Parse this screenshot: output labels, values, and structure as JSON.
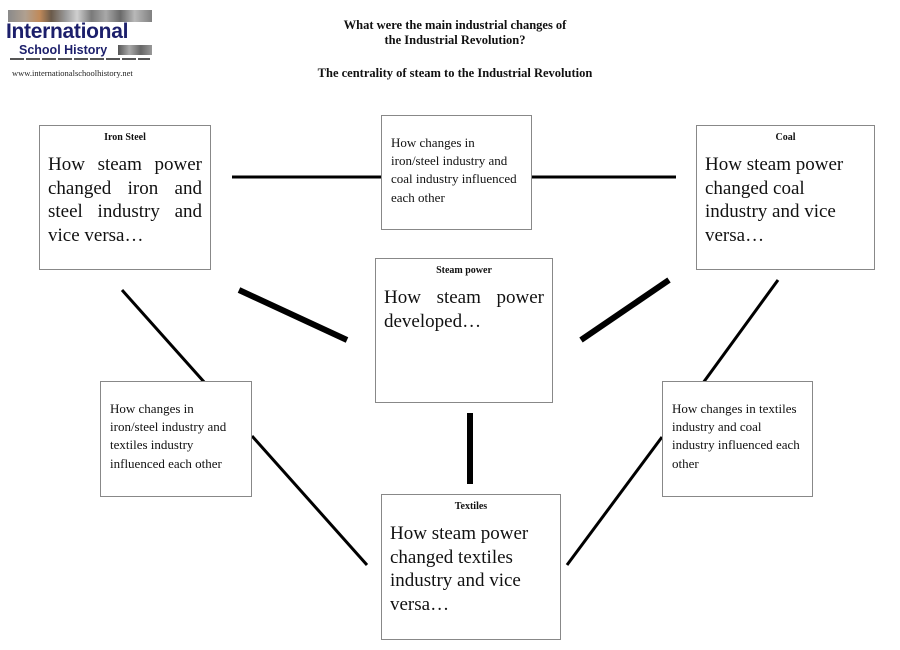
{
  "logo": {
    "title": "International",
    "subtitle": "School History",
    "url": "www.internationalschoolhistory.net",
    "brand_color": "#1c1f6b"
  },
  "header": {
    "title_line1": "What were the main industrial changes of",
    "title_line2": "the Industrial Revolution?",
    "subtitle": "The centrality of steam to the Industrial Revolution"
  },
  "boxes": {
    "iron_steel": {
      "label": "Iron Steel",
      "text": "How steam power changed iron and steel industry and vice versa…"
    },
    "coal": {
      "label": "Coal",
      "text": "How steam power changed coal industry and vice versa…"
    },
    "steam_power": {
      "label": "Steam power",
      "text": "How steam power developed…"
    },
    "textiles": {
      "label": "Textiles",
      "text": "How steam power changed textiles industry and vice versa…"
    },
    "iron_coal_link": {
      "text": "How changes in iron/steel industry and coal industry influenced each other"
    },
    "iron_textiles_link": {
      "text": "How changes in iron/steel industry and textiles industry influenced each other"
    },
    "textiles_coal_link": {
      "text": "How changes in textiles industry and coal industry influenced each other"
    }
  }
}
